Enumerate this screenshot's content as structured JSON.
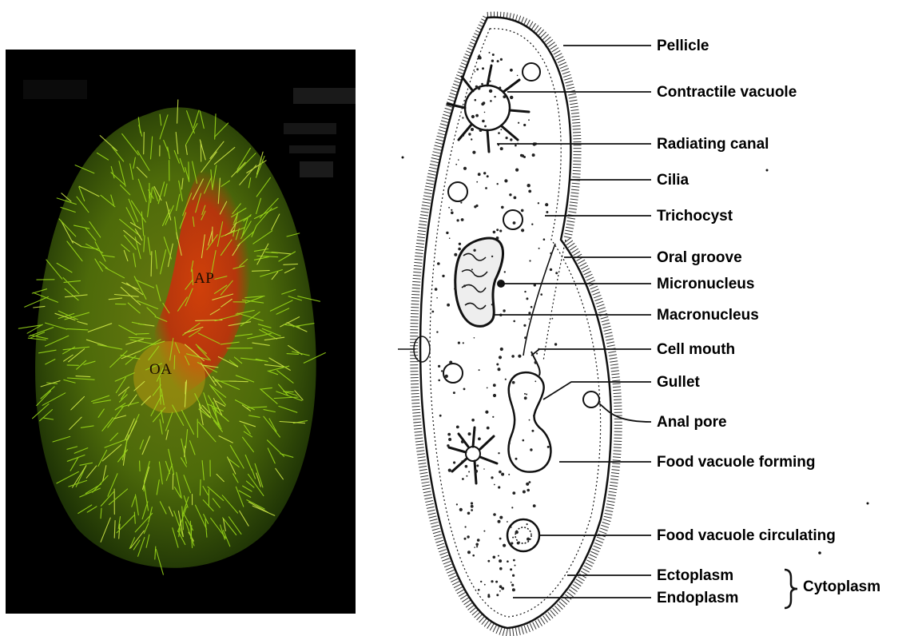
{
  "micrograph": {
    "labels": {
      "ap": "AP",
      "oa": "OA"
    }
  },
  "diagram": {
    "labels": [
      "Pellicle",
      "Contractile vacuole",
      "Radiating canal",
      "Cilia",
      "Trichocyst",
      "Oral groove",
      "Micronucleus",
      "Macronucleus",
      "Cell mouth",
      "Gullet",
      "Anal pore",
      "Food vacuole forming",
      "Food vacuole circulating",
      "Ectoplasm",
      "Endoplasm",
      "Cytoplasm"
    ]
  }
}
